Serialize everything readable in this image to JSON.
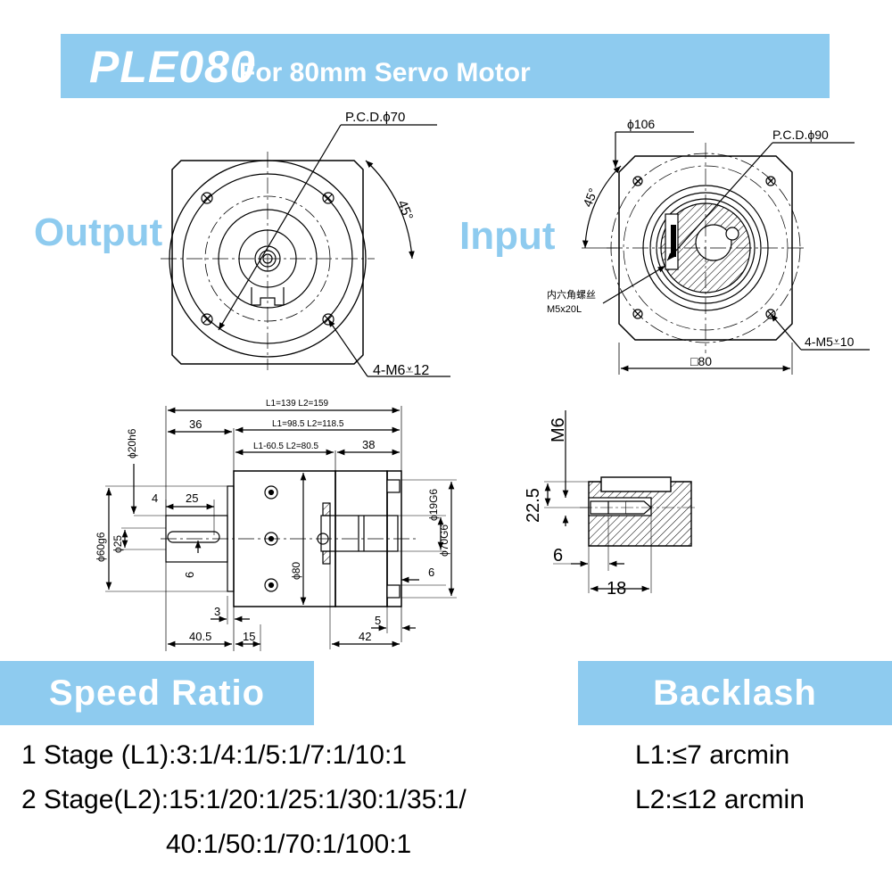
{
  "header": {
    "model": "PLE080",
    "subtitle": "For 80mm Servo Motor"
  },
  "views": {
    "output_label": "Output",
    "input_label": "Input"
  },
  "output_view": {
    "pcd": "P.C.D.ϕ70",
    "angle": "45°",
    "holes": "4-M6⩡12"
  },
  "input_view": {
    "outer_dia": "ϕ106",
    "pcd": "P.C.D.ϕ90",
    "angle": "45°",
    "screw_label_cn": "内六角螺丝",
    "screw_label": "M5x20L",
    "holes": "4-M5⩡10",
    "square": "□80"
  },
  "side_view": {
    "total_length": "L1=139  L2=159",
    "body_length": "L1=98.5  L2=118.5",
    "gear_length": "L1-60.5  L2=80.5",
    "dim_36": "36",
    "dim_38": "38",
    "shaft_dia": "ϕ20h6",
    "dim_4": "4",
    "dim_25": "25",
    "pilot_dia": "ϕ60g6",
    "key_width": "ϕ25",
    "dim_6": "6",
    "body_dia": "ϕ80",
    "input_bore": "ϕ19G6",
    "input_pilot": "ϕ70G6",
    "dim_6b": "6",
    "dim_3": "3",
    "dim_5": "5",
    "dim_40_5": "40.5",
    "dim_15": "15",
    "dim_42": "42"
  },
  "detail_view": {
    "thread": "M6",
    "dim_22_5": "22.5",
    "dim_6": "6",
    "dim_18": "18"
  },
  "speed_ratio": {
    "heading": "Speed Ratio",
    "stage1": "1 Stage (L1):3:1/4:1/5:1/7:1/10:1",
    "stage2_line1": "2 Stage(L2):15:1/20:1/25:1/30:1/35:1/",
    "stage2_line2": "40:1/50:1/70:1/100:1"
  },
  "backlash": {
    "heading": "Backlash",
    "l1": "L1:≤7 arcmin",
    "l2": "L2:≤12 arcmin"
  },
  "colors": {
    "banner": "#8ecbef",
    "text": "#000000"
  }
}
